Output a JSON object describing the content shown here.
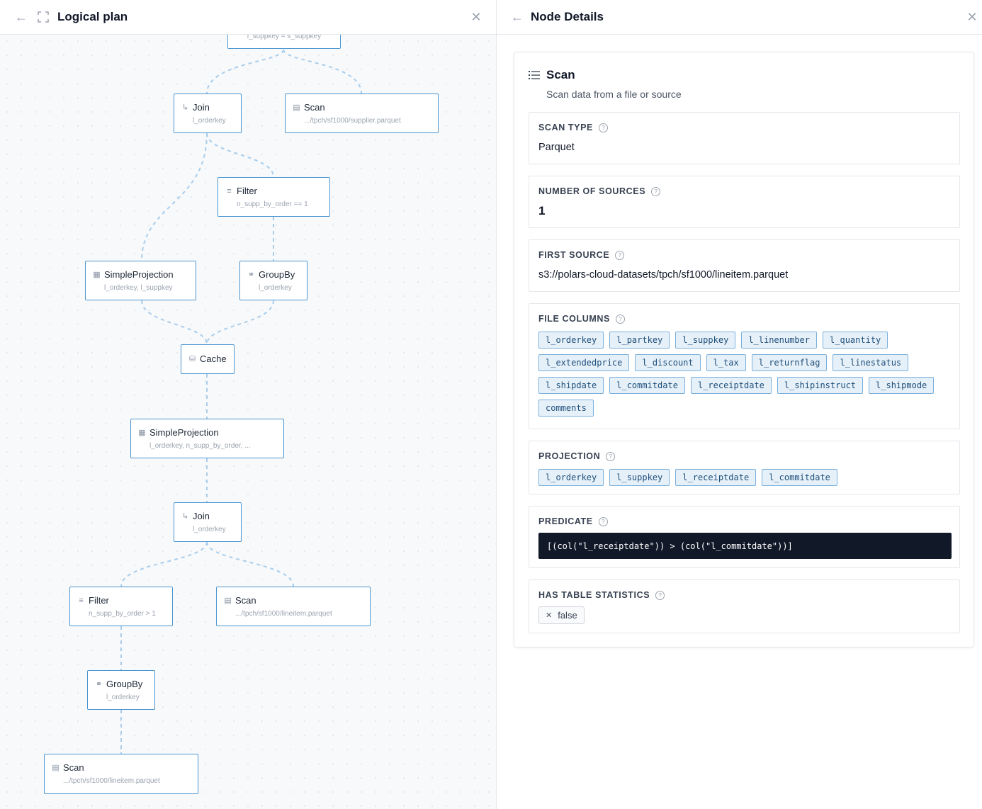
{
  "left_panel": {
    "title": "Logical plan",
    "nodes": {
      "top_join_label": "l_suppkey = s_suppkey",
      "join1": {
        "title": "Join",
        "sub": "l_orderkey"
      },
      "scan_supplier": {
        "title": "Scan",
        "sub": ".../tpch/sf1000/supplier.parquet"
      },
      "filter1": {
        "title": "Filter",
        "sub": "n_supp_by_order == 1"
      },
      "simpleproj1": {
        "title": "SimpleProjection",
        "sub": "l_orderkey, l_suppkey"
      },
      "groupby1": {
        "title": "GroupBy",
        "sub": "l_orderkey"
      },
      "cache": {
        "title": "Cache"
      },
      "simpleproj2": {
        "title": "SimpleProjection",
        "sub": "l_orderkey, n_supp_by_order, ..."
      },
      "join2": {
        "title": "Join",
        "sub": "l_orderkey"
      },
      "filter2": {
        "title": "Filter",
        "sub": "n_supp_by_order > 1"
      },
      "scan_lineitem1": {
        "title": "Scan",
        "sub": ".../tpch/sf1000/lineitem.parquet"
      },
      "groupby2": {
        "title": "GroupBy",
        "sub": "l_orderkey"
      },
      "scan_lineitem2": {
        "title": "Scan",
        "sub": ".../tpch/sf1000/lineitem.parquet"
      }
    }
  },
  "right_panel": {
    "title": "Node Details",
    "node": {
      "name": "Scan",
      "description": "Scan data from a file or source"
    },
    "sections": {
      "scan_type": {
        "label": "SCAN TYPE",
        "value": "Parquet"
      },
      "num_sources": {
        "label": "NUMBER OF SOURCES",
        "value": "1"
      },
      "first_source": {
        "label": "FIRST SOURCE",
        "value": "s3://polars-cloud-datasets/tpch/sf1000/lineitem.parquet"
      },
      "file_columns": {
        "label": "FILE COLUMNS",
        "items": [
          "l_orderkey",
          "l_partkey",
          "l_suppkey",
          "l_linenumber",
          "l_quantity",
          "l_extendedprice",
          "l_discount",
          "l_tax",
          "l_returnflag",
          "l_linestatus",
          "l_shipdate",
          "l_commitdate",
          "l_receiptdate",
          "l_shipinstruct",
          "l_shipmode",
          "comments"
        ]
      },
      "projection": {
        "label": "PROJECTION",
        "items": [
          "l_orderkey",
          "l_suppkey",
          "l_receiptdate",
          "l_commitdate"
        ]
      },
      "predicate": {
        "label": "PREDICATE",
        "value": "[(col(\"l_receiptdate\")) > (col(\"l_commitdate\"))]"
      },
      "table_stats": {
        "label": "HAS TABLE STATISTICS",
        "value": "false"
      }
    }
  },
  "colors": {
    "node_border": "#4b96d1",
    "edge": "#a9cdeb",
    "chip_bg": "#e6f0f9",
    "code_bg": "#111827"
  }
}
